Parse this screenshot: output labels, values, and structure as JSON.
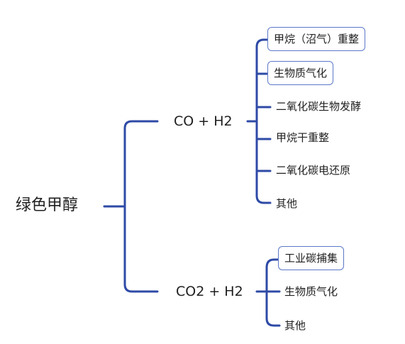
{
  "diagram": {
    "root": "绿色甲醇",
    "branches": [
      {
        "label": "CO + H2",
        "children": [
          {
            "label": "甲烷（沼气）重整",
            "boxed": true
          },
          {
            "label": "生物质气化",
            "boxed": true
          },
          {
            "label": "二氧化碳生物发酵",
            "boxed": false
          },
          {
            "label": "甲烷干重整",
            "boxed": false
          },
          {
            "label": "二氧化碳电还原",
            "boxed": false
          },
          {
            "label": "其他",
            "boxed": false
          }
        ]
      },
      {
        "label": "CO2 + H2",
        "children": [
          {
            "label": "工业碳捕集",
            "boxed": true
          },
          {
            "label": "生物质气化",
            "boxed": false
          },
          {
            "label": "其他",
            "boxed": false
          }
        ]
      }
    ],
    "colors": {
      "connector": "#2e4aa6",
      "box_border": "#5b78c8",
      "text": "#1f1f1f",
      "background": "#ffffff"
    }
  }
}
